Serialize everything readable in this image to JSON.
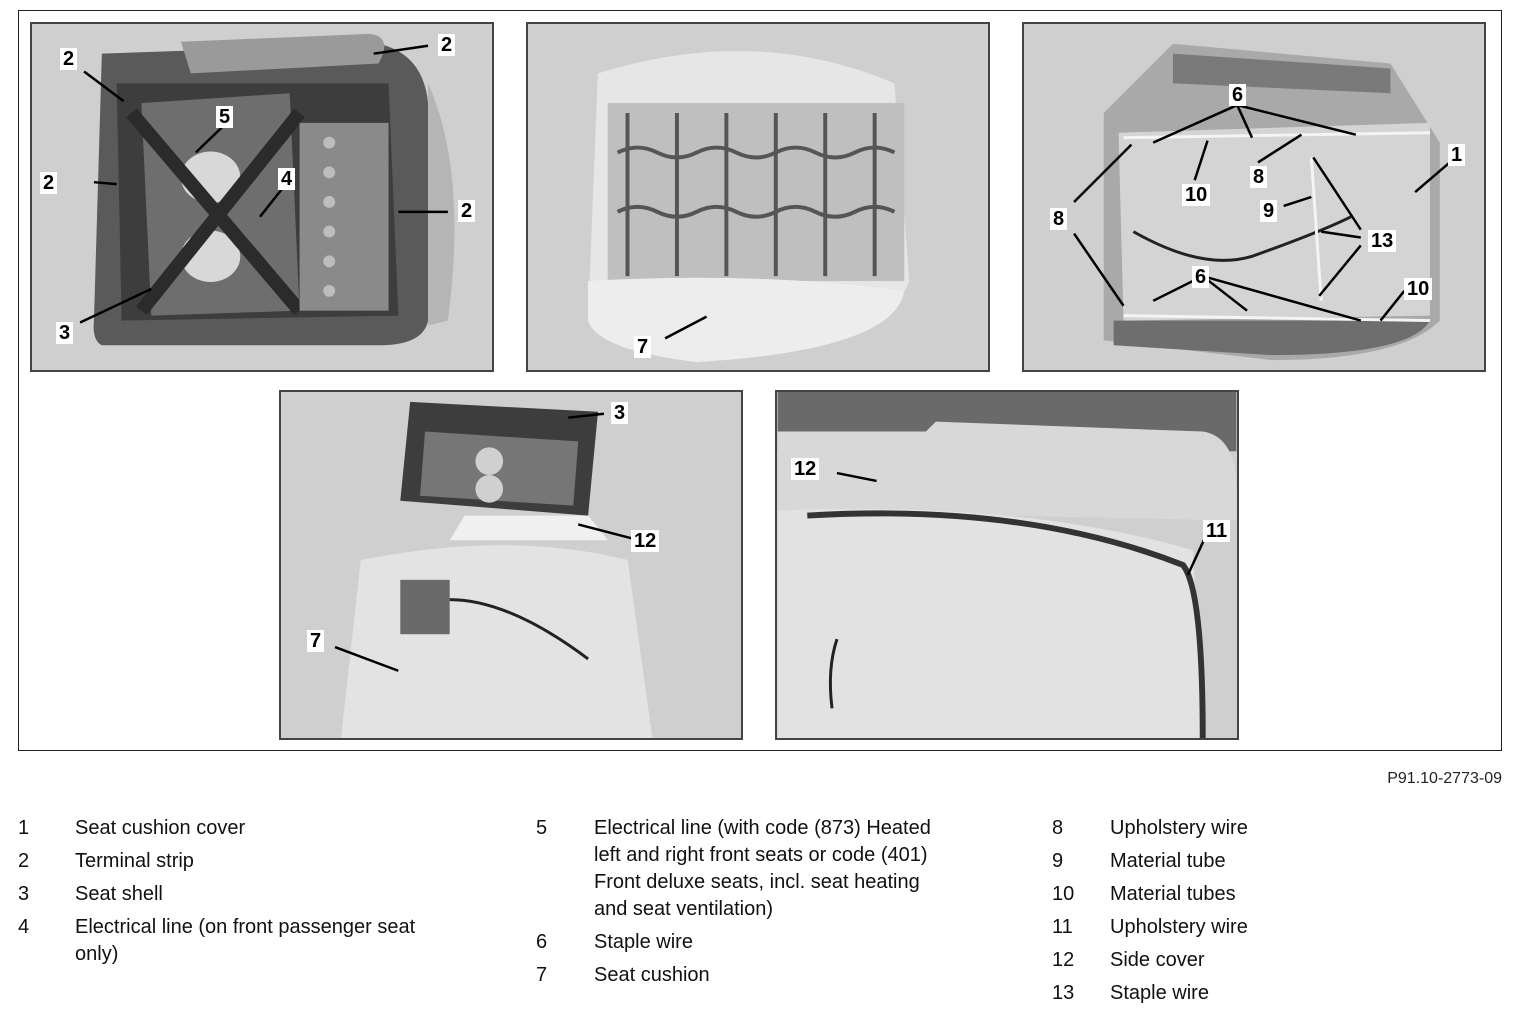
{
  "figure_id": "P91.10-2773-09",
  "callouts": {
    "p1": [
      "2",
      "2",
      "5",
      "2",
      "4",
      "2",
      "3"
    ],
    "p2": [
      "7"
    ],
    "p3": [
      "6",
      "1",
      "8",
      "10",
      "8",
      "9",
      "13",
      "6",
      "10"
    ],
    "p4": [
      "3",
      "12",
      "7"
    ],
    "p5": [
      "12",
      "11"
    ]
  },
  "legend": {
    "col1": [
      {
        "num": "1",
        "text": "Seat cushion cover"
      },
      {
        "num": "2",
        "text": "Terminal strip"
      },
      {
        "num": "3",
        "text": "Seat shell"
      },
      {
        "num": "4",
        "text": "Electrical line (on front passenger seat only)"
      }
    ],
    "col2": [
      {
        "num": "5",
        "text": "Electrical line (with code (873) Heated left and right front seats or code (401) Front deluxe seats, incl. seat heating and seat ventilation)"
      },
      {
        "num": "6",
        "text": "Staple wire"
      },
      {
        "num": "7",
        "text": "Seat cushion"
      }
    ],
    "col3": [
      {
        "num": "8",
        "text": "Upholstery wire"
      },
      {
        "num": "9",
        "text": "Material tube"
      },
      {
        "num": "10",
        "text": "Material tubes"
      },
      {
        "num": "11",
        "text": "Upholstery wire"
      },
      {
        "num": "12",
        "text": "Side cover"
      },
      {
        "num": "13",
        "text": "Staple wire"
      }
    ]
  }
}
